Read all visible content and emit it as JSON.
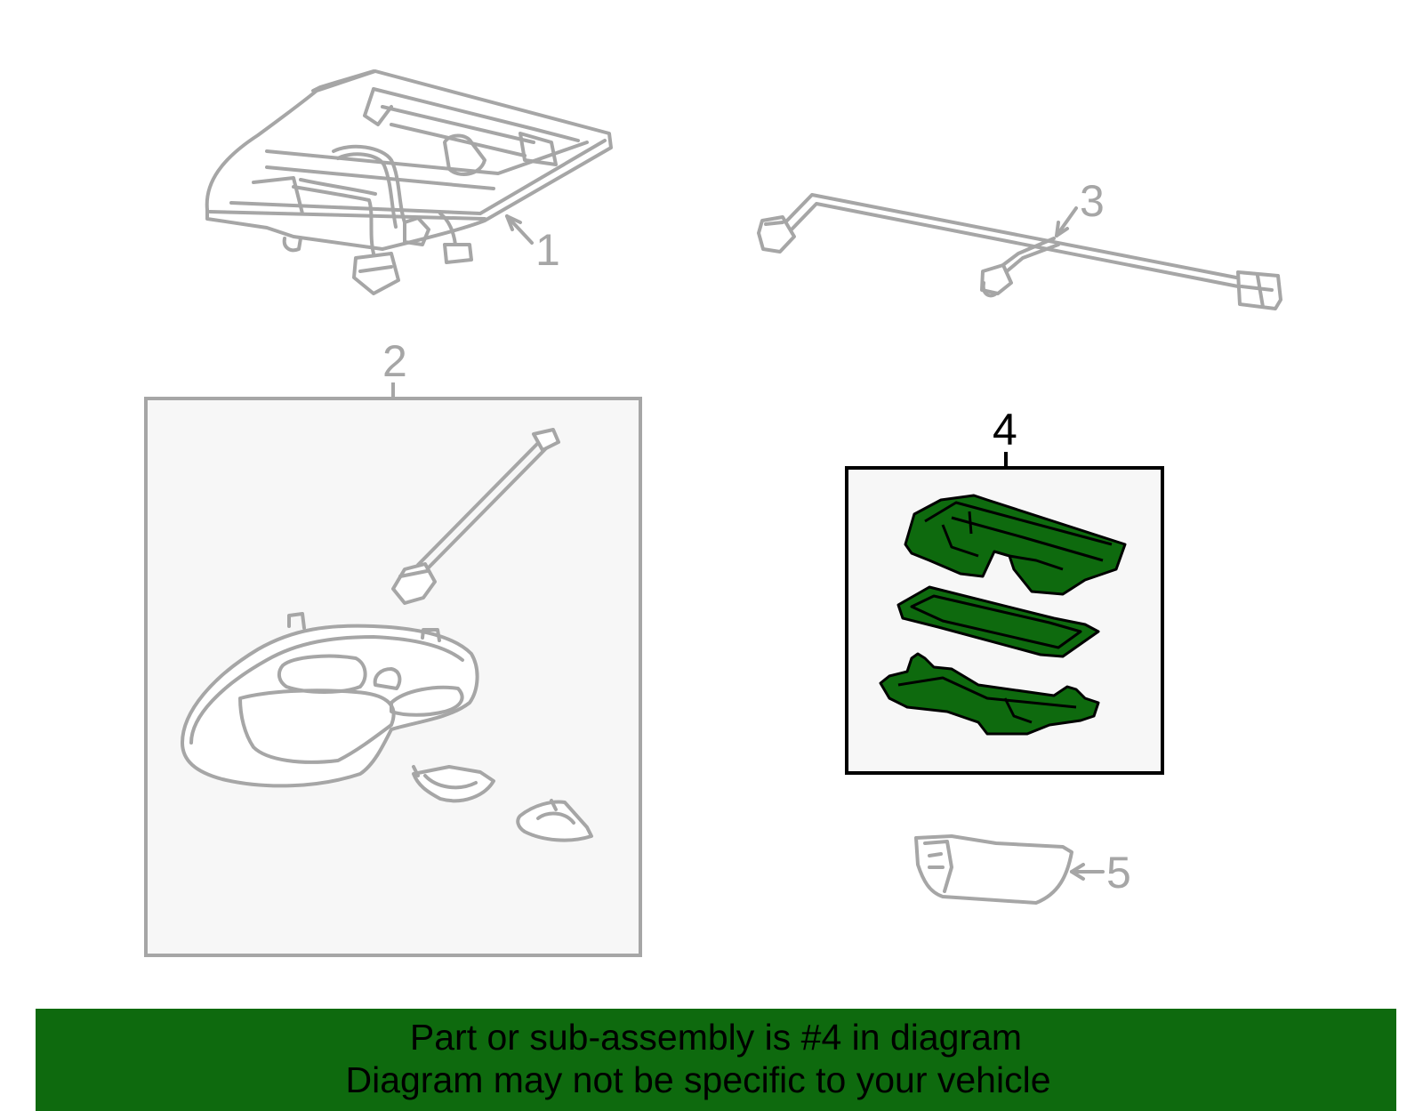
{
  "callouts": {
    "c1": "1",
    "c2": "2",
    "c3": "3",
    "c4": "4",
    "c5": "5"
  },
  "banner": {
    "line1": "Part or sub-assembly is #4 in diagram",
    "line2": "Diagram may not be specific to your vehicle"
  },
  "colors": {
    "line_gray": "#a6a6a6",
    "highlight_green": "#0e6a0e",
    "box_fill": "#f7f7f7",
    "highlight_border": "#000000"
  }
}
